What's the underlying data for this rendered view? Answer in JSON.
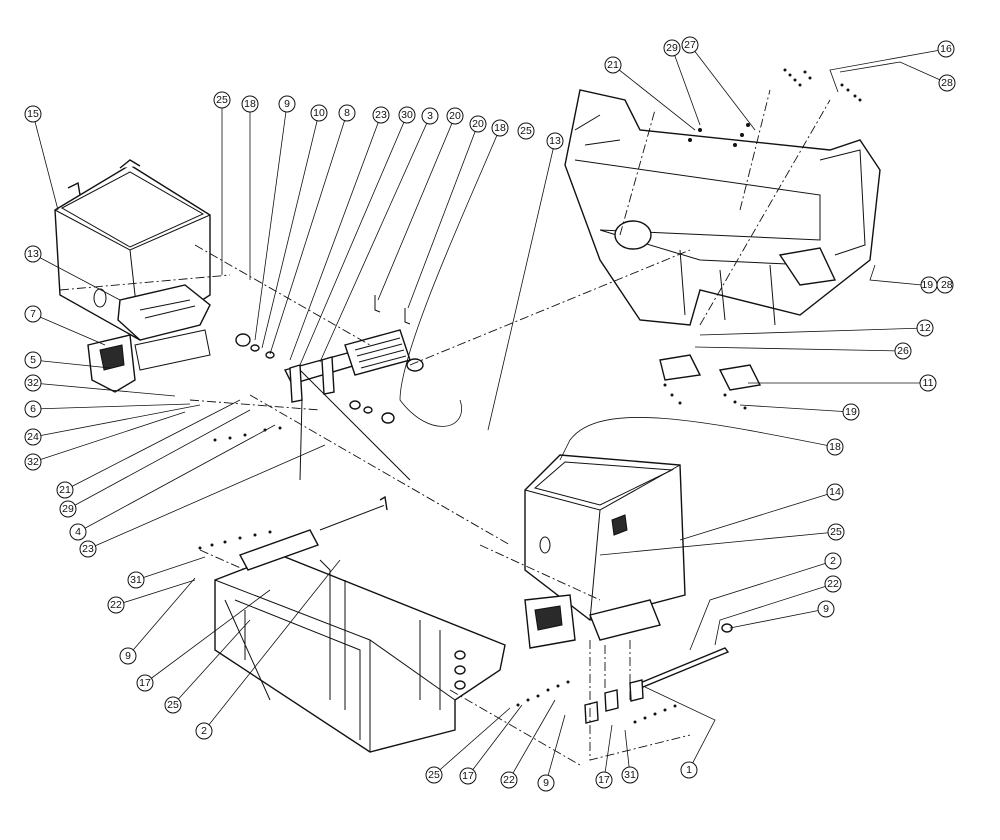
{
  "diagram": {
    "type": "exploded-parts-view",
    "callouts": [
      {
        "id": "c-15",
        "label": "15"
      },
      {
        "id": "c-13a",
        "label": "13"
      },
      {
        "id": "c-7",
        "label": "7"
      },
      {
        "id": "c-5",
        "label": "5"
      },
      {
        "id": "c-32a",
        "label": "32"
      },
      {
        "id": "c-6",
        "label": "6"
      },
      {
        "id": "c-24",
        "label": "24"
      },
      {
        "id": "c-32b",
        "label": "32"
      },
      {
        "id": "c-21a",
        "label": "21"
      },
      {
        "id": "c-29a",
        "label": "29"
      },
      {
        "id": "c-4",
        "label": "4"
      },
      {
        "id": "c-23a",
        "label": "23"
      },
      {
        "id": "c-25a",
        "label": "25"
      },
      {
        "id": "c-18a",
        "label": "18"
      },
      {
        "id": "c-9a",
        "label": "9"
      },
      {
        "id": "c-10",
        "label": "10"
      },
      {
        "id": "c-8",
        "label": "8"
      },
      {
        "id": "c-23b",
        "label": "23"
      },
      {
        "id": "c-30",
        "label": "30"
      },
      {
        "id": "c-3",
        "label": "3"
      },
      {
        "id": "c-20a",
        "label": "20"
      },
      {
        "id": "c-20b",
        "label": "20"
      },
      {
        "id": "c-18b",
        "label": "18"
      },
      {
        "id": "c-25b",
        "label": "25"
      },
      {
        "id": "c-13b",
        "label": "13"
      },
      {
        "id": "c-21b",
        "label": "21"
      },
      {
        "id": "c-29b",
        "label": "29"
      },
      {
        "id": "c-27",
        "label": "27"
      },
      {
        "id": "c-16",
        "label": "16"
      },
      {
        "id": "c-28a",
        "label": "28"
      },
      {
        "id": "c-19-28",
        "label": "19 28"
      },
      {
        "id": "c-12",
        "label": "12"
      },
      {
        "id": "c-26",
        "label": "26"
      },
      {
        "id": "c-11",
        "label": "11"
      },
      {
        "id": "c-19",
        "label": "19"
      },
      {
        "id": "c-18c",
        "label": "18"
      },
      {
        "id": "c-14",
        "label": "14"
      },
      {
        "id": "c-25c",
        "label": "25"
      },
      {
        "id": "c-2a",
        "label": "2"
      },
      {
        "id": "c-22a",
        "label": "22"
      },
      {
        "id": "c-9b",
        "label": "9"
      },
      {
        "id": "c-31a",
        "label": "31"
      },
      {
        "id": "c-22b",
        "label": "22"
      },
      {
        "id": "c-9c",
        "label": "9"
      },
      {
        "id": "c-17a",
        "label": "17"
      },
      {
        "id": "c-25d",
        "label": "25"
      },
      {
        "id": "c-2b",
        "label": "2"
      },
      {
        "id": "c-1",
        "label": "1"
      },
      {
        "id": "c-25e",
        "label": "25"
      },
      {
        "id": "c-17b",
        "label": "17"
      },
      {
        "id": "c-22c",
        "label": "22"
      },
      {
        "id": "c-9d",
        "label": "9"
      },
      {
        "id": "c-17c",
        "label": "17"
      },
      {
        "id": "c-31b",
        "label": "31"
      }
    ]
  }
}
